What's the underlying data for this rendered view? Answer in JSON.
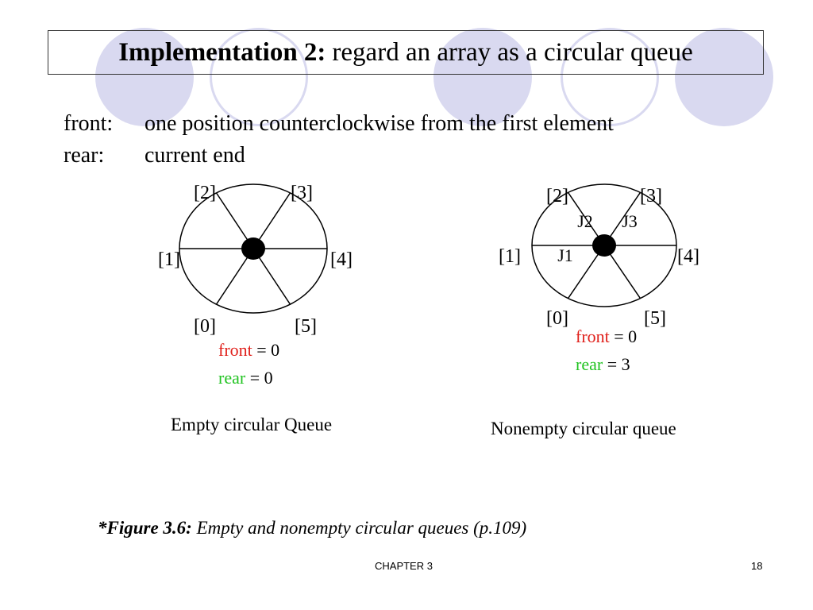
{
  "colors": {
    "decor": "#d9d9f0",
    "front": "#e0201b",
    "rear": "#22c322"
  },
  "title": {
    "bold": "Implementation 2:",
    "rest": "regard an array as a circular queue"
  },
  "definitions": [
    {
      "label": "front:",
      "text": "one position counterclockwise from the first element"
    },
    {
      "label": "rear:",
      "text": "current end"
    }
  ],
  "queues": [
    {
      "caption": "Empty circular Queue",
      "index_labels": [
        "[0]",
        "[1]",
        "[2]",
        "[3]",
        "[4]",
        "[5]"
      ],
      "elements": [],
      "front_label": "front",
      "front_value": "= 0",
      "rear_label": "rear",
      "rear_value": "= 0"
    },
    {
      "caption": "Nonempty circular queue",
      "index_labels": [
        "[0]",
        "[1]",
        "[2]",
        "[3]",
        "[4]",
        "[5]"
      ],
      "elements": [
        {
          "slot": 1,
          "label": "J1"
        },
        {
          "slot": 2,
          "label": "J2"
        },
        {
          "slot": 3,
          "label": "J3"
        }
      ],
      "front_label": "front",
      "front_value": "= 0",
      "rear_label": "rear",
      "rear_value": "= 3"
    }
  ],
  "figure": {
    "bold": "*Figure 3.6:",
    "text": "Empty and nonempty circular queues (p.109)"
  },
  "footer": {
    "chapter": "CHAPTER 3",
    "page": "18"
  }
}
